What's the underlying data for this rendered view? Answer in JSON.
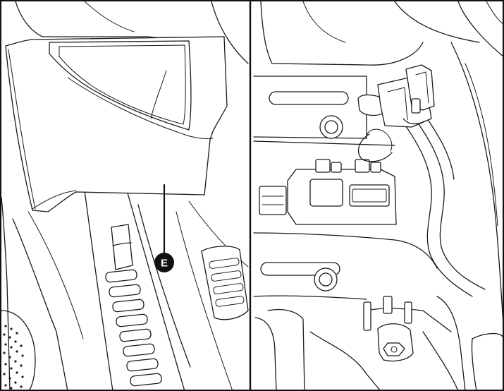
{
  "figure": {
    "callout_label": "E",
    "colors": {
      "line": "#1a1a1a",
      "background": "#ffffff",
      "callout_fill": "#111111",
      "callout_text": "#ffffff"
    }
  },
  "panels": [
    {
      "id": "left",
      "content": "footwell-panel-cover-with-callout"
    },
    {
      "id": "right",
      "content": "connector-being-unplugged"
    }
  ]
}
